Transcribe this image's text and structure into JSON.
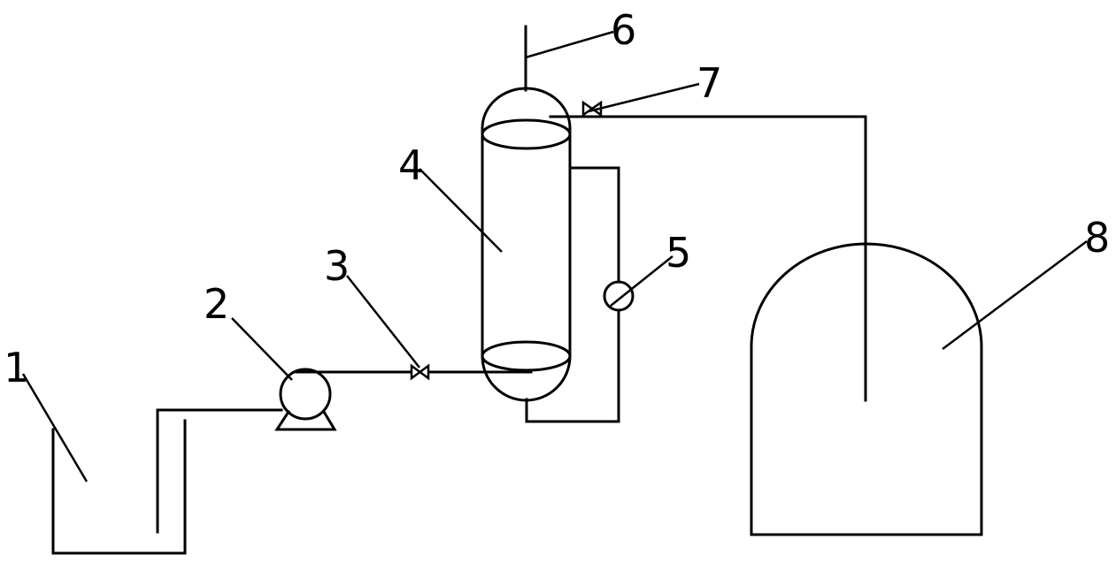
{
  "figure": {
    "labels": {
      "tank": "1",
      "pump": "2",
      "inlet_valve": "3",
      "column": "4",
      "side_instrument": "5",
      "top_pipe": "6",
      "outlet_valve": "7",
      "receiver": "8"
    }
  }
}
